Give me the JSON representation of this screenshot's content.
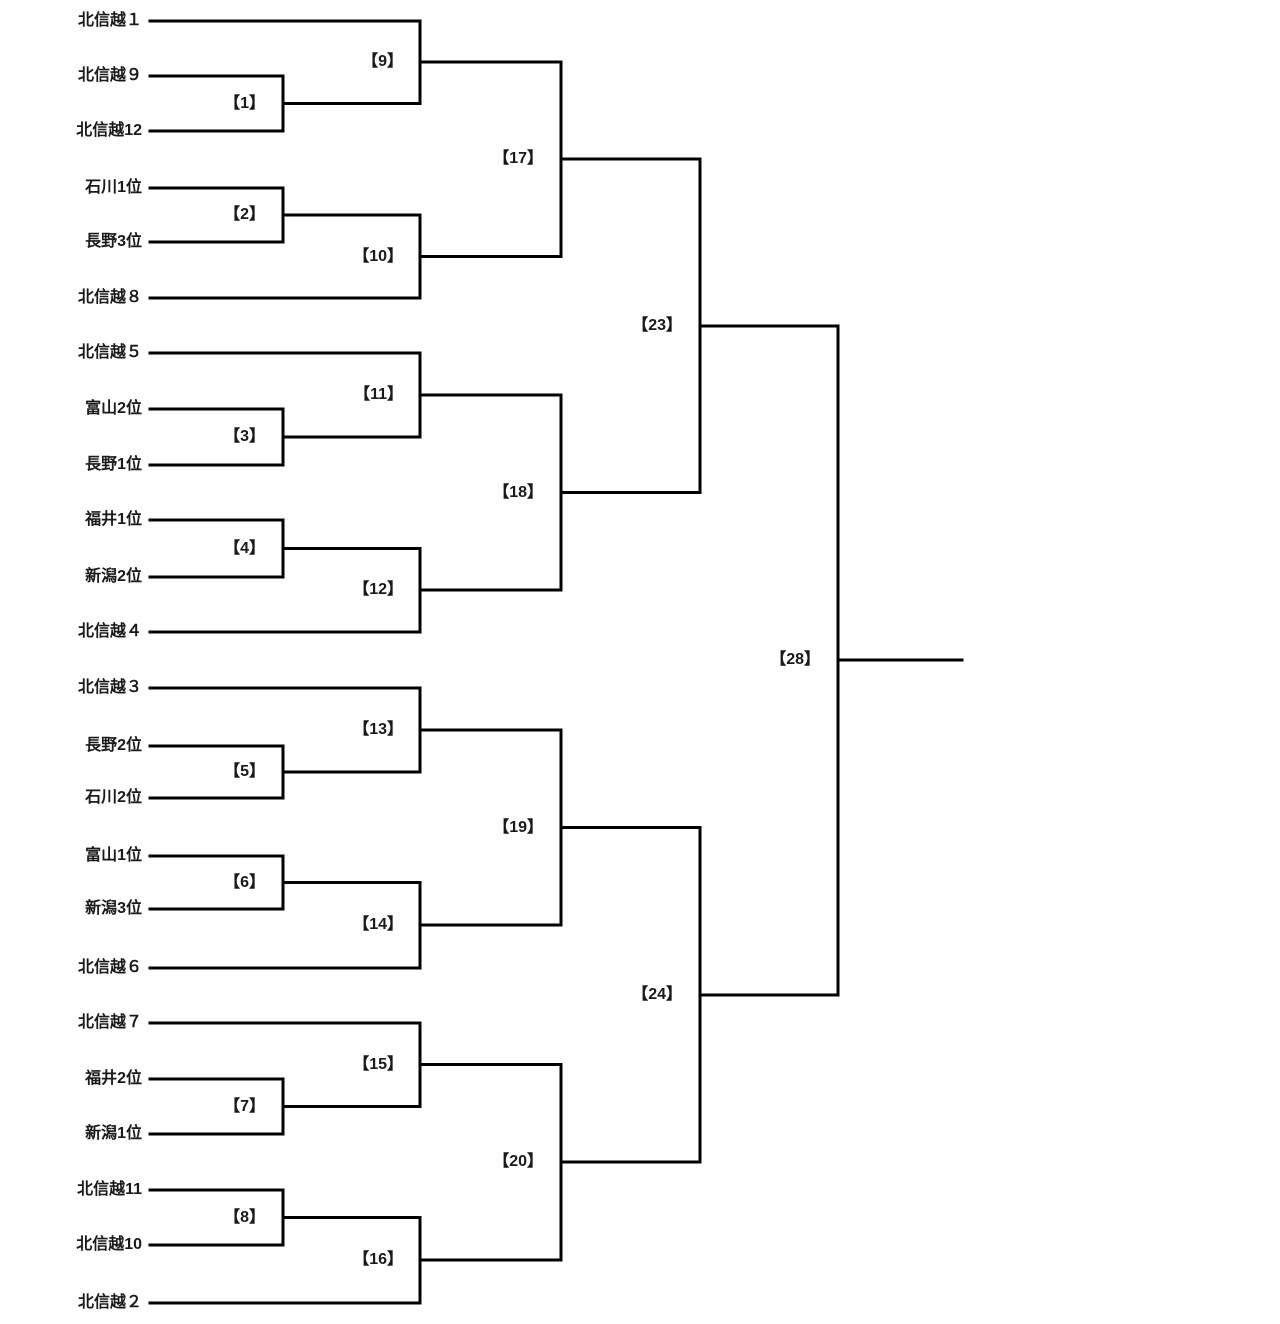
{
  "page": {
    "background_color": "#ffffff",
    "line_color": "#000000",
    "text_color": "#1a1a1a"
  },
  "bracket": {
    "teams": [
      {
        "name": "北信越１"
      },
      {
        "name": "北信越９"
      },
      {
        "name": "北信越12"
      },
      {
        "name": "石川1位"
      },
      {
        "name": "長野3位"
      },
      {
        "name": "北信越８"
      },
      {
        "name": "北信越５"
      },
      {
        "name": "富山2位"
      },
      {
        "name": "長野1位"
      },
      {
        "name": "福井1位"
      },
      {
        "name": "新潟2位"
      },
      {
        "name": "北信越４"
      },
      {
        "name": "北信越３"
      },
      {
        "name": "長野2位"
      },
      {
        "name": "石川2位"
      },
      {
        "name": "富山1位"
      },
      {
        "name": "新潟3位"
      },
      {
        "name": "北信越６"
      },
      {
        "name": "北信越７"
      },
      {
        "name": "福井2位"
      },
      {
        "name": "新潟1位"
      },
      {
        "name": "北信越11"
      },
      {
        "name": "北信越10"
      },
      {
        "name": "北信越２"
      }
    ],
    "matches": [
      {
        "label": "【1】",
        "round": 1,
        "inputs": [
          "北信越９",
          "北信越12"
        ]
      },
      {
        "label": "【2】",
        "round": 1,
        "inputs": [
          "石川1位",
          "長野3位"
        ]
      },
      {
        "label": "【3】",
        "round": 1,
        "inputs": [
          "富山2位",
          "長野1位"
        ]
      },
      {
        "label": "【4】",
        "round": 1,
        "inputs": [
          "福井1位",
          "新潟2位"
        ]
      },
      {
        "label": "【5】",
        "round": 1,
        "inputs": [
          "長野2位",
          "石川2位"
        ]
      },
      {
        "label": "【6】",
        "round": 1,
        "inputs": [
          "富山1位",
          "新潟3位"
        ]
      },
      {
        "label": "【7】",
        "round": 1,
        "inputs": [
          "福井2位",
          "新潟1位"
        ]
      },
      {
        "label": "【8】",
        "round": 1,
        "inputs": [
          "北信越11",
          "北信越10"
        ]
      },
      {
        "label": "【9】",
        "round": 2,
        "inputs": [
          "北信越１",
          "【1】"
        ]
      },
      {
        "label": "【10】",
        "round": 2,
        "inputs": [
          "【2】",
          "北信越８"
        ]
      },
      {
        "label": "【11】",
        "round": 2,
        "inputs": [
          "北信越５",
          "【3】"
        ]
      },
      {
        "label": "【12】",
        "round": 2,
        "inputs": [
          "【4】",
          "北信越４"
        ]
      },
      {
        "label": "【13】",
        "round": 2,
        "inputs": [
          "北信越３",
          "【5】"
        ]
      },
      {
        "label": "【14】",
        "round": 2,
        "inputs": [
          "【6】",
          "北信越６"
        ]
      },
      {
        "label": "【15】",
        "round": 2,
        "inputs": [
          "北信越７",
          "【7】"
        ]
      },
      {
        "label": "【16】",
        "round": 2,
        "inputs": [
          "【8】",
          "北信越２"
        ]
      },
      {
        "label": "【17】",
        "round": 3,
        "inputs": [
          "【9】",
          "【10】"
        ]
      },
      {
        "label": "【18】",
        "round": 3,
        "inputs": [
          "【11】",
          "【12】"
        ]
      },
      {
        "label": "【19】",
        "round": 3,
        "inputs": [
          "【13】",
          "【14】"
        ]
      },
      {
        "label": "【20】",
        "round": 3,
        "inputs": [
          "【15】",
          "【16】"
        ]
      },
      {
        "label": "【23】",
        "round": 4,
        "inputs": [
          "【17】",
          "【18】"
        ]
      },
      {
        "label": "【24】",
        "round": 4,
        "inputs": [
          "【19】",
          "【20】"
        ]
      },
      {
        "label": "【28】",
        "round": 5,
        "inputs": [
          "【23】",
          "【24】"
        ]
      }
    ]
  }
}
